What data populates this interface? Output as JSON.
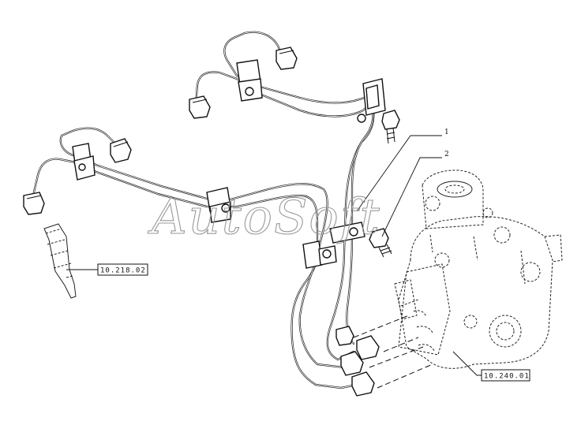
{
  "callouts": [
    {
      "number": "1"
    },
    {
      "number": "2"
    }
  ],
  "references": {
    "injector_ref": "10.218.02",
    "pump_ref": "10.240.01"
  },
  "watermark": "AutoSoft"
}
